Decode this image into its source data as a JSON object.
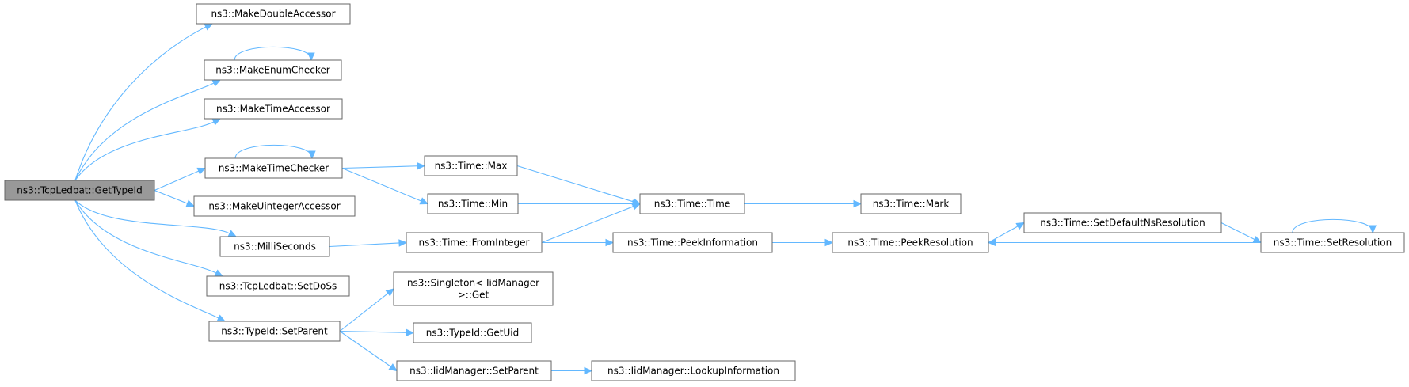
{
  "graph": {
    "root": "ns3::TcpLedbat::GetTypeId",
    "nodes": [
      {
        "id": "root",
        "lines": [
          "ns3::TcpLedbat::GetTypeId"
        ]
      },
      {
        "id": "mkdbl",
        "lines": [
          "ns3::MakeDoubleAccessor"
        ]
      },
      {
        "id": "mkenum",
        "lines": [
          "ns3::MakeEnumChecker"
        ]
      },
      {
        "id": "mktimeacc",
        "lines": [
          "ns3::MakeTimeAccessor"
        ]
      },
      {
        "id": "mktimechk",
        "lines": [
          "ns3::MakeTimeChecker"
        ]
      },
      {
        "id": "mkuint",
        "lines": [
          "ns3::MakeUintegerAccessor"
        ]
      },
      {
        "id": "ms",
        "lines": [
          "ns3::MilliSeconds"
        ]
      },
      {
        "id": "setdoss",
        "lines": [
          "ns3::TcpLedbat::SetDoSs"
        ]
      },
      {
        "id": "setparent",
        "lines": [
          "ns3::TypeId::SetParent"
        ]
      },
      {
        "id": "tmax",
        "lines": [
          "ns3::Time::Max"
        ]
      },
      {
        "id": "tmin",
        "lines": [
          "ns3::Time::Min"
        ]
      },
      {
        "id": "fromint",
        "lines": [
          "ns3::Time::FromInteger"
        ]
      },
      {
        "id": "ttime",
        "lines": [
          "ns3::Time::Time"
        ]
      },
      {
        "id": "peekinfo",
        "lines": [
          "ns3::Time::PeekInformation"
        ]
      },
      {
        "id": "mark",
        "lines": [
          "ns3::Time::Mark"
        ]
      },
      {
        "id": "peekres",
        "lines": [
          "ns3::Time::PeekResolution"
        ]
      },
      {
        "id": "setdefault",
        "lines": [
          "ns3::Time::SetDefaultNsResolution"
        ]
      },
      {
        "id": "setres",
        "lines": [
          "ns3::Time::SetResolution"
        ]
      },
      {
        "id": "singleton",
        "lines": [
          "ns3::Singleton< IidManager",
          ">::Get"
        ]
      },
      {
        "id": "getuid",
        "lines": [
          "ns3::TypeId::GetUid"
        ]
      },
      {
        "id": "iidsetparent",
        "lines": [
          "ns3::IidManager::SetParent"
        ]
      },
      {
        "id": "lookup",
        "lines": [
          "ns3::IidManager::LookupInformation"
        ]
      }
    ],
    "edges": [
      [
        "root",
        "mkdbl"
      ],
      [
        "root",
        "mkenum"
      ],
      [
        "root",
        "mktimeacc"
      ],
      [
        "root",
        "mktimechk"
      ],
      [
        "root",
        "mkuint"
      ],
      [
        "root",
        "ms"
      ],
      [
        "root",
        "setdoss"
      ],
      [
        "root",
        "setparent"
      ],
      [
        "mkenum",
        "mkenum"
      ],
      [
        "mktimechk",
        "mktimechk"
      ],
      [
        "mktimechk",
        "tmax"
      ],
      [
        "mktimechk",
        "tmin"
      ],
      [
        "tmax",
        "ttime"
      ],
      [
        "tmin",
        "ttime"
      ],
      [
        "ttime",
        "mark"
      ],
      [
        "ms",
        "fromint"
      ],
      [
        "fromint",
        "ttime"
      ],
      [
        "fromint",
        "peekinfo"
      ],
      [
        "peekinfo",
        "peekres"
      ],
      [
        "peekres",
        "setdefault"
      ],
      [
        "setdefault",
        "setres"
      ],
      [
        "setres",
        "peekres"
      ],
      [
        "setres",
        "setres"
      ],
      [
        "setparent",
        "singleton"
      ],
      [
        "setparent",
        "getuid"
      ],
      [
        "setparent",
        "iidsetparent"
      ],
      [
        "iidsetparent",
        "lookup"
      ]
    ]
  }
}
